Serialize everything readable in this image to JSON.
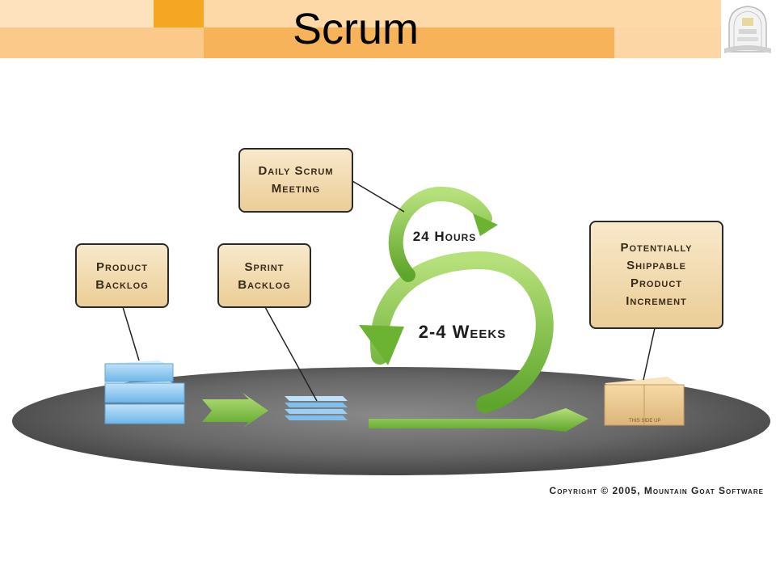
{
  "slide": {
    "title": "Scrum"
  },
  "diagram": {
    "product_backlog": {
      "line1": "Product",
      "line2": "Backlog"
    },
    "sprint_backlog": {
      "line1": "Sprint",
      "line2": "Backlog"
    },
    "daily_scrum": {
      "line1": "Daily Scrum",
      "line2": "Meeting"
    },
    "increment": {
      "line1": "Potentially",
      "line2": "Shippable",
      "line3": "Product",
      "line4": "Increment"
    },
    "daily_cycle_label": "24 Hours",
    "sprint_cycle_label": "2-4 Weeks",
    "box_print": "THIS SIDE UP"
  },
  "footer": {
    "copyright": "Copyright © 2005, Mountain Goat Software"
  },
  "colors": {
    "banner_orange": "#f5a623",
    "banner_light": "#fbd49b",
    "arrow_green": "#7cc142",
    "label_tan": "#f3dcb1",
    "backlog_blue": "#8fcaf0",
    "platform_gray": "#6b6b6b"
  }
}
